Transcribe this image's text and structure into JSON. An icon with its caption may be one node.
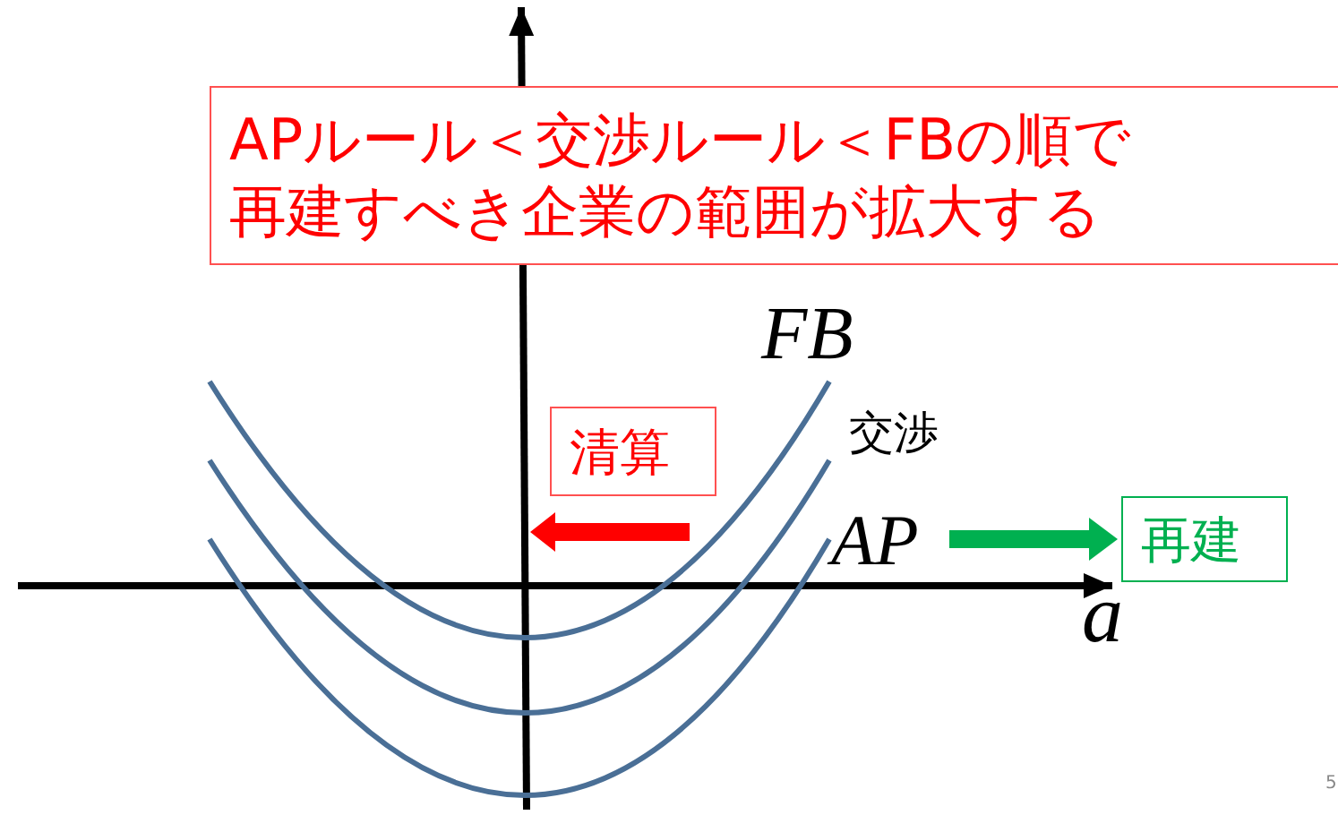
{
  "diagram": {
    "nodes": [
      {
        "text": [
          "APルール＜交渉ルール＜FBの順で再建すべき企業の範囲が拡大する"
        ]
      },
      {
        "text": [
          "清算"
        ]
      },
      {
        "text": [
          "再建"
        ]
      }
    ],
    "edges": [
      {
        "from": null,
        "to": 2,
        "arrow": "to",
        "color": "#00b050"
      }
    ],
    "labels": [
      "FB",
      "交渉",
      "AP",
      "a",
      "5"
    ]
  }
}
